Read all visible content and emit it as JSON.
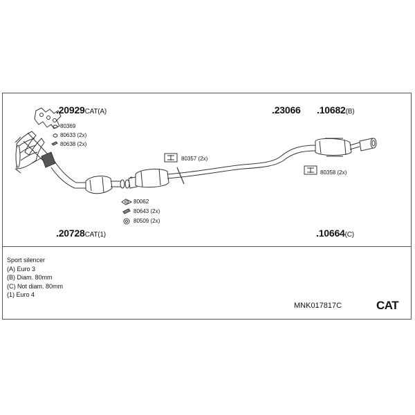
{
  "parts": {
    "p20929": {
      "number": ".20929",
      "suffix": "CAT(A)"
    },
    "p23066": {
      "number": ".23066",
      "suffix": ""
    },
    "p10682": {
      "number": ".10682",
      "suffix": "(B)"
    },
    "p20728": {
      "number": ".20728",
      "suffix": "CAT(1)"
    },
    "p10664": {
      "number": ".10664",
      "suffix": "(C)"
    }
  },
  "small_parts": {
    "s80369": "80369",
    "s80633": "80633 (2x)",
    "s80638": "80638 (2x)",
    "s80357": "80357 (2x)",
    "s80358": "80358 (2x)",
    "s80062": "80062",
    "s80643": "80643 (2x)",
    "s80509": "80509 (2x)"
  },
  "legend": [
    "Sport silencer",
    "(A) Euro 3",
    "(B) Diam. 80mm",
    "(C) Not diam. 80mm",
    "(1) Euro 4"
  ],
  "kit_code": "MNK017817C",
  "brand": "CAT",
  "line_color": "#333333"
}
